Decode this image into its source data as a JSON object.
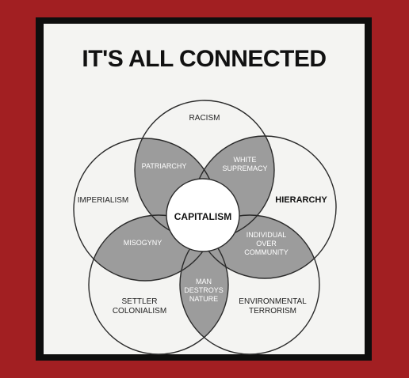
{
  "title": "IT'S ALL CONNECTED",
  "circles": {
    "top": "RACISM",
    "left": "IMPERIALISM",
    "right": "HIERARCHY",
    "bottom_left_1": "SETTLER",
    "bottom_left_2": "COLONIALISM",
    "bottom_right_1": "ENVIRONMENTAL",
    "bottom_right_2": "TERRORISM"
  },
  "center": "CAPITALISM",
  "overlaps": {
    "patriarchy": "PATRIARCHY",
    "white_1": "WHITE",
    "white_2": "SUPREMACY",
    "misogyny": "MISOGYNY",
    "individual_1": "INDIVIDUAL",
    "individual_2": "OVER",
    "individual_3": "COMMUNITY",
    "man_1": "MAN",
    "man_2": "DESTROYS",
    "man_3": "NATURE"
  },
  "colors": {
    "background": "#a21f22",
    "frame": "#0e0e0e",
    "panel": "#f4f4f2",
    "overlap_fill": "#9c9c9c",
    "line": "#2a2a2a"
  }
}
